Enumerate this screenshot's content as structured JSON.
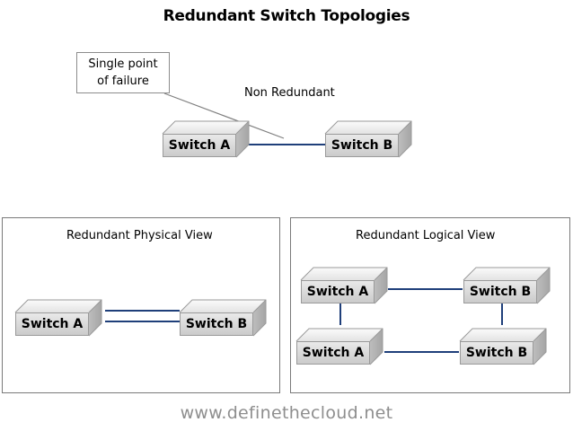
{
  "title": "Redundant Switch Topologies",
  "callout": {
    "line1": "Single point",
    "line2": "of failure"
  },
  "non_redundant": {
    "label": "Non Redundant",
    "switch_a": "Switch A",
    "switch_b": "Switch B"
  },
  "physical_view": {
    "label": "Redundant Physical View",
    "switch_a": "Switch A",
    "switch_b": "Switch B"
  },
  "logical_view": {
    "label": "Redundant Logical View",
    "top_left": "Switch A",
    "top_right": "Switch B",
    "bottom_left": "Switch A",
    "bottom_right": "Switch B"
  },
  "footer": "www.definethecloud.net",
  "colors": {
    "link": "#1f3f7a",
    "callout_pointer": "#7f7f7f"
  }
}
